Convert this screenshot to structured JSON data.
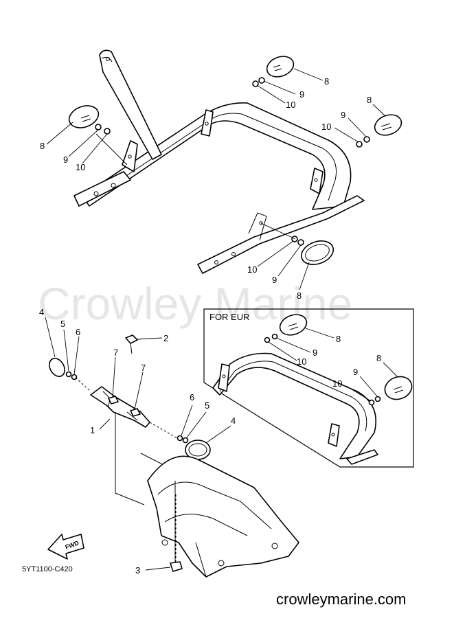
{
  "watermark": "Crowley Marine",
  "inset_title": "FOR EUR",
  "diagram_code": "5YT1100-C420",
  "website": "crowleymarine.com",
  "fwd_label": "FWD",
  "callouts": {
    "c1": "8",
    "c2": "9",
    "c3": "10",
    "c4": "8",
    "c5": "9",
    "c6": "10",
    "c7": "8",
    "c8": "9",
    "c9": "10",
    "c10": "10",
    "c11": "9",
    "c12": "8",
    "c13": "4",
    "c14": "5",
    "c15": "6",
    "c16": "2",
    "c17": "7",
    "c18": "7",
    "c19": "1",
    "c20": "6",
    "c21": "5",
    "c22": "4",
    "c23": "3",
    "c24": "8",
    "c25": "9",
    "c26": "10",
    "c27": "8",
    "c28": "9",
    "c29": "10"
  }
}
